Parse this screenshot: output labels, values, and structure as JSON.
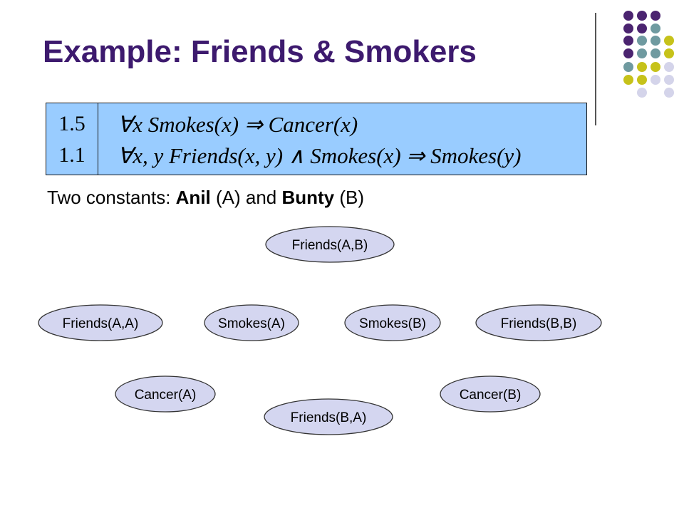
{
  "slide": {
    "title": "Example: Friends & Smokers",
    "rules": [
      {
        "weight": "1.5",
        "formula": "∀x Smokes(x) ⇒ Cancer(x)"
      },
      {
        "weight": "1.1",
        "formula": "∀x, y Friends(x, y) ∧ Smokes(x) ⇒ Smokes(y)"
      }
    ],
    "constants": {
      "prefix": "Two constants: ",
      "name1": "Anil",
      "abbr1": " (A) and ",
      "name2": "Bunty",
      "abbr2": " (B)"
    }
  },
  "nodes": [
    {
      "label": "Friends(A,B)"
    },
    {
      "label": "Friends(A,A)"
    },
    {
      "label": "Smokes(A)"
    },
    {
      "label": "Smokes(B)"
    },
    {
      "label": "Friends(B,B)"
    },
    {
      "label": "Cancer(A)"
    },
    {
      "label": "Friends(B,A)"
    },
    {
      "label": "Cancer(B)"
    }
  ],
  "colors": {
    "title": "#3d1a6e",
    "rules_box": "#99ccff",
    "node_fill": "#d4d6f0",
    "dot_purple": "#4b2470",
    "dot_teal": "#6f9aa0",
    "dot_olive": "#c6c21a",
    "dot_lavender": "#d4d4ea"
  }
}
